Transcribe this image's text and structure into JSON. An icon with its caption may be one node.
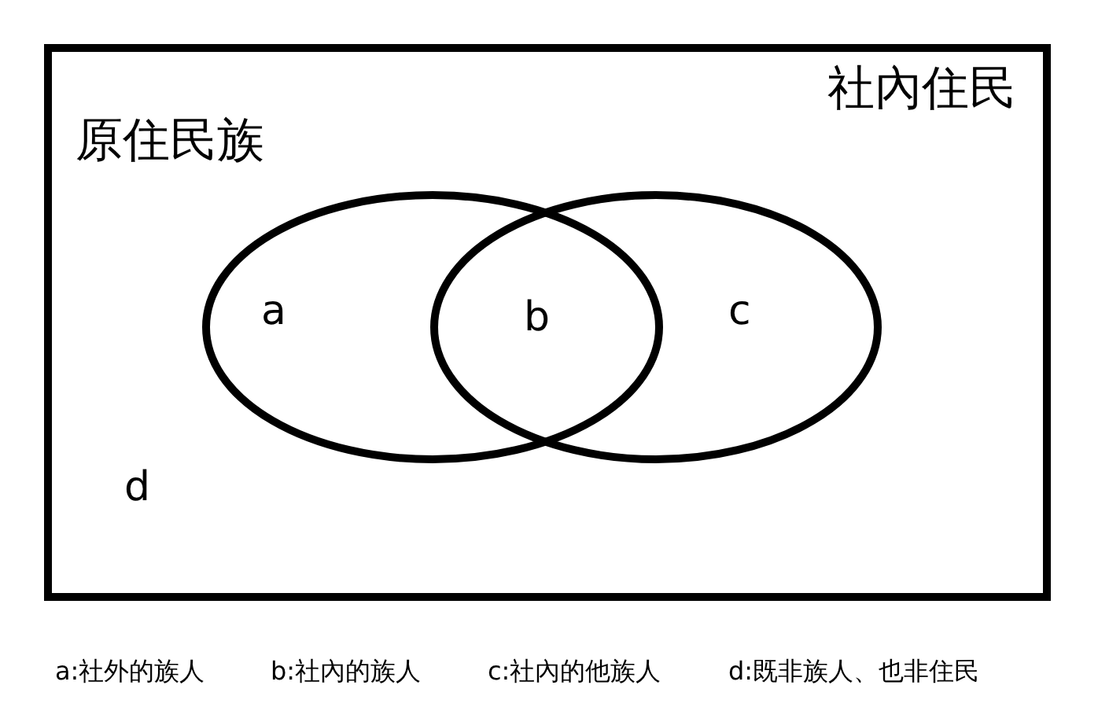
{
  "diagram": {
    "nodes": [
      {
        "text": [
          "d"
        ]
      },
      {
        "text": [
          "a"
        ],
        "beside": [
          "原住民族"
        ],
        "in": 0
      },
      {
        "text": [
          "c"
        ],
        "beside": [
          "社內住民"
        ],
        "in": 0
      }
    ],
    "labels": [
      "b",
      "a:社外的族人",
      "b:社內的族人",
      "c:社內的他族人",
      "d:既非族人、也非住民"
    ]
  }
}
